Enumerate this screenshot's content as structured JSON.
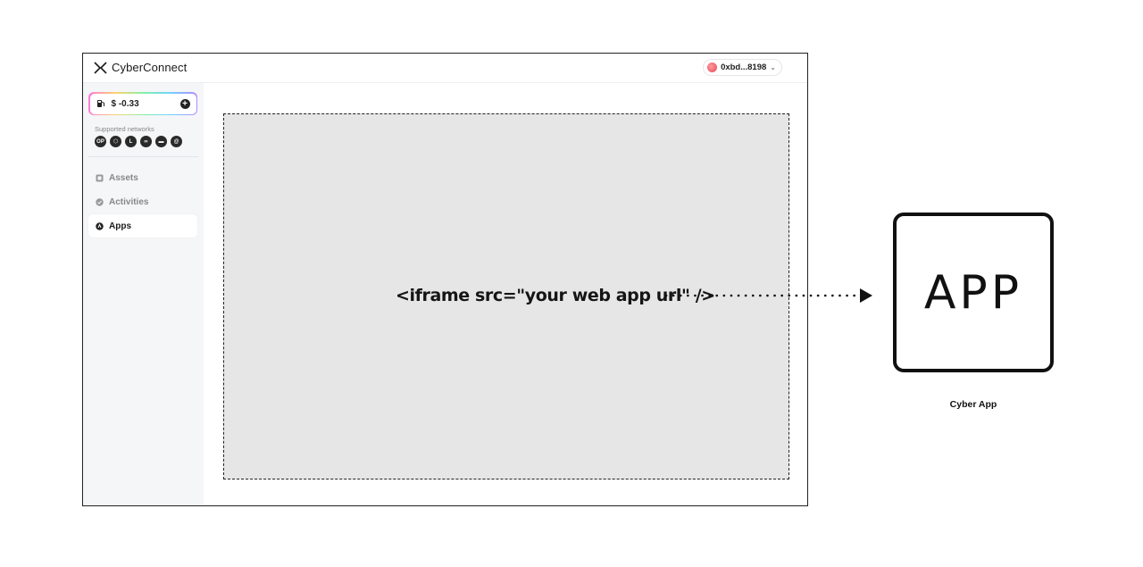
{
  "app": {
    "brand": "CyberConnect",
    "wallet_label": "0xbd...8198"
  },
  "sidebar": {
    "gas_value": "$ -0.33",
    "supported_networks_label": "Supported networks",
    "networks": [
      {
        "name": "OP",
        "icon": "optimism-icon"
      },
      {
        "name": "",
        "icon": "cube-network-icon"
      },
      {
        "name": "",
        "icon": "linea-icon"
      },
      {
        "name": "",
        "icon": "link-network-icon"
      },
      {
        "name": "",
        "icon": "bar-network-icon"
      },
      {
        "name": "",
        "icon": "spiral-network-icon"
      }
    ],
    "items": [
      {
        "label": "Assets",
        "icon": "assets-icon",
        "active": false
      },
      {
        "label": "Activities",
        "icon": "activities-icon",
        "active": false
      },
      {
        "label": "Apps",
        "icon": "apps-icon",
        "active": true
      }
    ]
  },
  "main": {
    "iframe_code": "<iframe src=\"your web app url\" />"
  },
  "app_panel": {
    "app_logo_text": "APP",
    "caption": "Cyber App"
  },
  "colors": {
    "iframe_bg": "#e6e6e6",
    "sidebar_bg": "#f5f6f8",
    "accent_dark": "#222222"
  }
}
